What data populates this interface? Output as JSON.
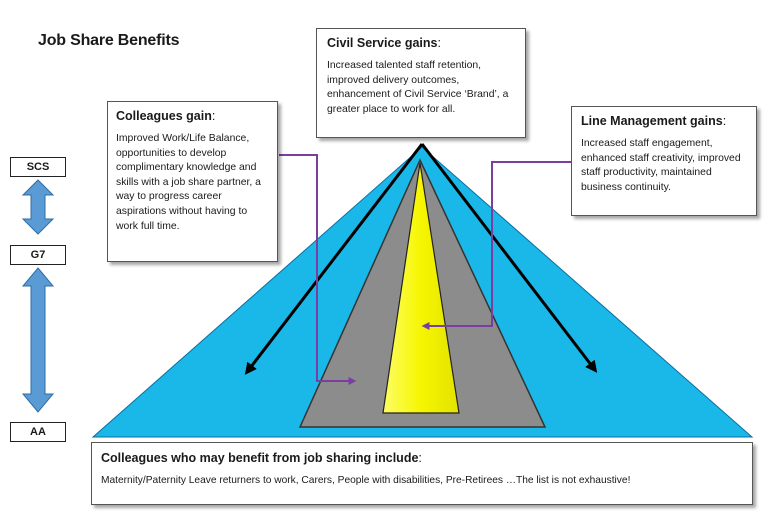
{
  "title": "Job Share Benefits",
  "civil_service": {
    "heading": "Civil Service gains",
    "heading_suffix": ":",
    "text": "Increased talented staff retention, improved delivery outcomes, enhancement of Civil Service ‘Brand’, a greater place to work for all."
  },
  "colleagues": {
    "heading": "Colleagues gain",
    "heading_suffix": ":",
    "text": "Improved Work/Life Balance, opportunities to develop complimentary knowledge and skills with a job share partner, a way to progress career aspirations without having to work full time."
  },
  "line_management": {
    "heading": "Line Management gains",
    "heading_suffix": ":",
    "text": "Increased staff engagement, enhanced staff creativity, improved staff productivity, maintained business continuity."
  },
  "beneficiaries": {
    "heading": "Colleagues who may benefit from job sharing include",
    "heading_suffix": ":",
    "text": "Maternity/Paternity Leave returners to work, Carers, People with disabilities, Pre-Retirees …The list is not exhaustive!"
  },
  "grades": [
    "SCS",
    "G7",
    "AA"
  ],
  "colors": {
    "pyramid": "#1ab8e8",
    "road": "#8c8c8c",
    "center_line": "#f6f600",
    "connector": "#7a3f9e",
    "grade_arrow": "#5b9bd5"
  }
}
